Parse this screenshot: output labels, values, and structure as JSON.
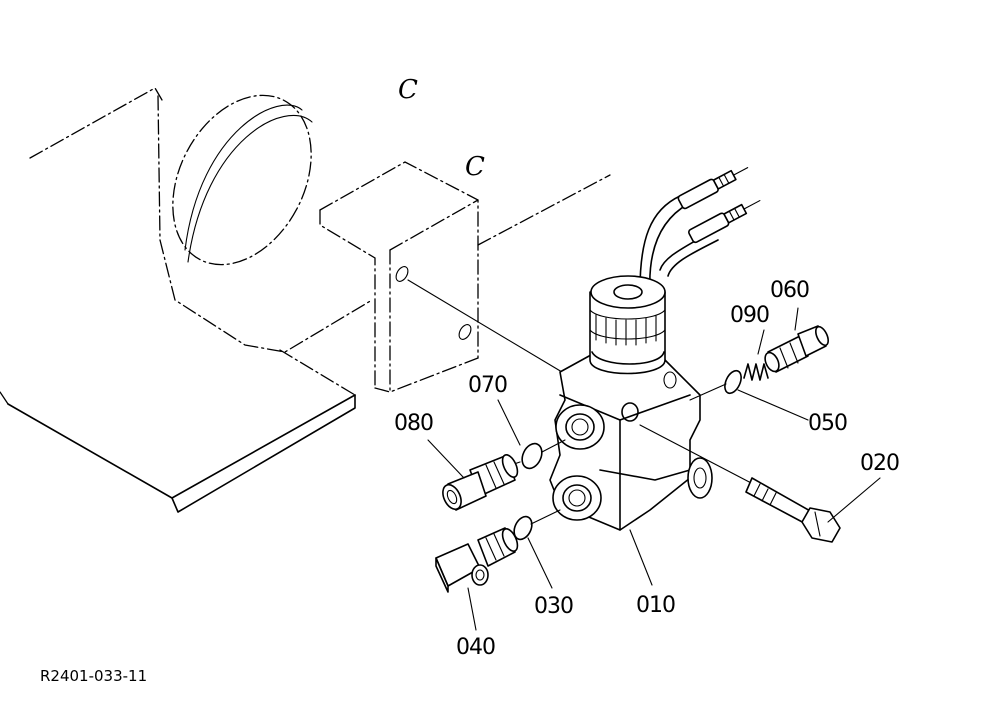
{
  "drawing": {
    "code": "R2401-033-11",
    "c_marks": [
      "C",
      "C"
    ]
  },
  "parts": [
    {
      "id": "p010",
      "label": "010"
    },
    {
      "id": "p020",
      "label": "020"
    },
    {
      "id": "p030",
      "label": "030"
    },
    {
      "id": "p040",
      "label": "040"
    },
    {
      "id": "p050",
      "label": "050"
    },
    {
      "id": "p060",
      "label": "060"
    },
    {
      "id": "p070",
      "label": "070"
    },
    {
      "id": "p080",
      "label": "080"
    },
    {
      "id": "p090",
      "label": "090"
    }
  ]
}
